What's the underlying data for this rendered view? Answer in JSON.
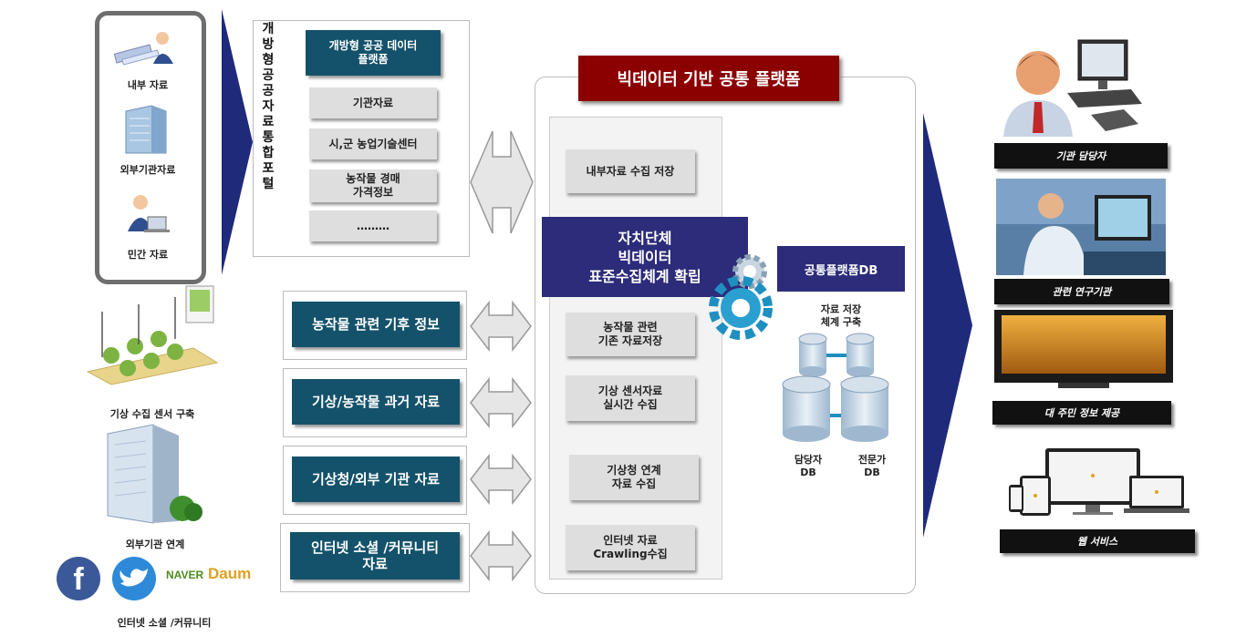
{
  "left_sources": {
    "internal_label": "내부 자료",
    "external_org_label": "외부기관자료",
    "private_label": "민간 자료",
    "sensor_label": "기상 수집 센서 구축",
    "external_link_label": "외부기관 연계",
    "social_label": "인터넷 소셜 /커뮤니티",
    "naver_text": "NAVER",
    "daum_text": "Daum"
  },
  "open_portal": {
    "vertical_title": "개방형 공공자료 통합포털",
    "header": "개방형 공공 데이터\n플랫폼",
    "items": [
      "기관자료",
      "시,군 농업기술센터",
      "농작물 경매\n가격정보",
      "………"
    ]
  },
  "left_data_boxes": [
    "농작물 관련 기후 정보",
    "기상/농작물 과거 자료",
    "기상청/외부 기관 자료",
    "인터넷 소셜 /커뮤니티\n자료"
  ],
  "platform": {
    "title": "빅데이터 기반 공통 플랫폼",
    "center_title": "자치단체\n빅데이터\n표준수집체계 확립",
    "steps": [
      "내부자료 수집 저장",
      "농작물 관련\n기존 자료저장",
      "기상 센서자료\n실시간 수집",
      "기상청 연계\n자료 수집",
      "인터넷 자료\nCrawling수집"
    ],
    "db_header": "공통플랫폼DB",
    "db_caption": "자료 저장\n체계 구축",
    "db_left_label": "담당자\nDB",
    "db_right_label": "전문가\nDB"
  },
  "right_outputs": [
    "기관 담당자",
    "관련 연구기관",
    "대 주민 정보 제공",
    "웹 서비스"
  ],
  "colors": {
    "dark_teal": "#14526b",
    "navy": "#2c2c7a",
    "title_red": "#8b0000",
    "arrow_navy": "#1f2a7a",
    "grey_box": "#dedede"
  }
}
